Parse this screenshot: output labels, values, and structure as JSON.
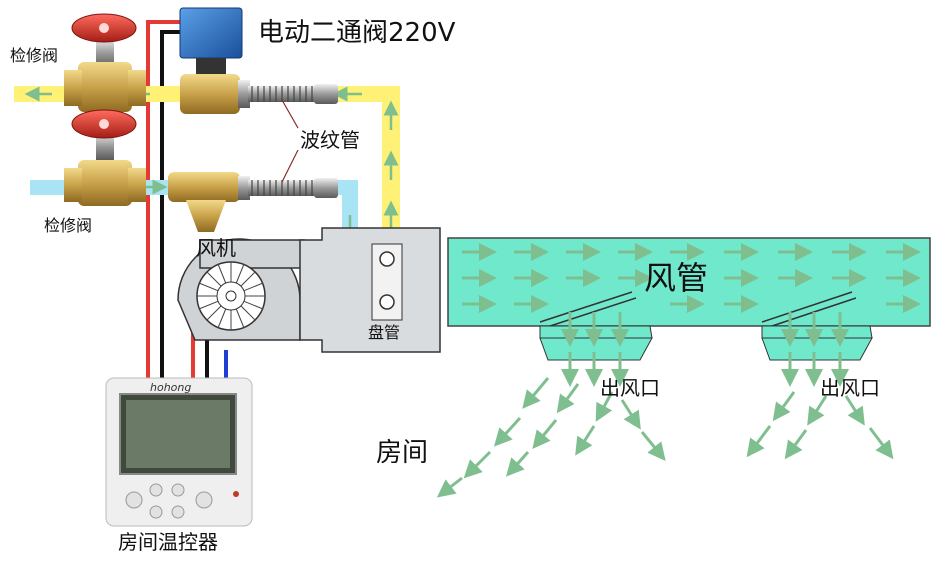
{
  "labels": {
    "actuator_valve": "电动二通阀220V",
    "service_valve_top": "检修阀",
    "service_valve_bottom": "检修阀",
    "bellows": "波纹管",
    "fan": "风机",
    "coil": "盘管",
    "duct": "风管",
    "outlet_left": "出风口",
    "outlet_right": "出风口",
    "room": "房间",
    "thermostat": "房间温控器"
  },
  "thermostat": {
    "brand": "hohong"
  },
  "colors": {
    "supply_pipe": "#fff176",
    "return_pipe": "#a8e4f4",
    "duct_fill": "#6fe8cc",
    "airflow_arrow": "#7fbf8f",
    "wire_red": "#e53935",
    "wire_black": "#111111",
    "wire_blue": "#1e3fd0",
    "valve_brass": "#c9a24a",
    "handwheel_red": "#d6302b"
  }
}
